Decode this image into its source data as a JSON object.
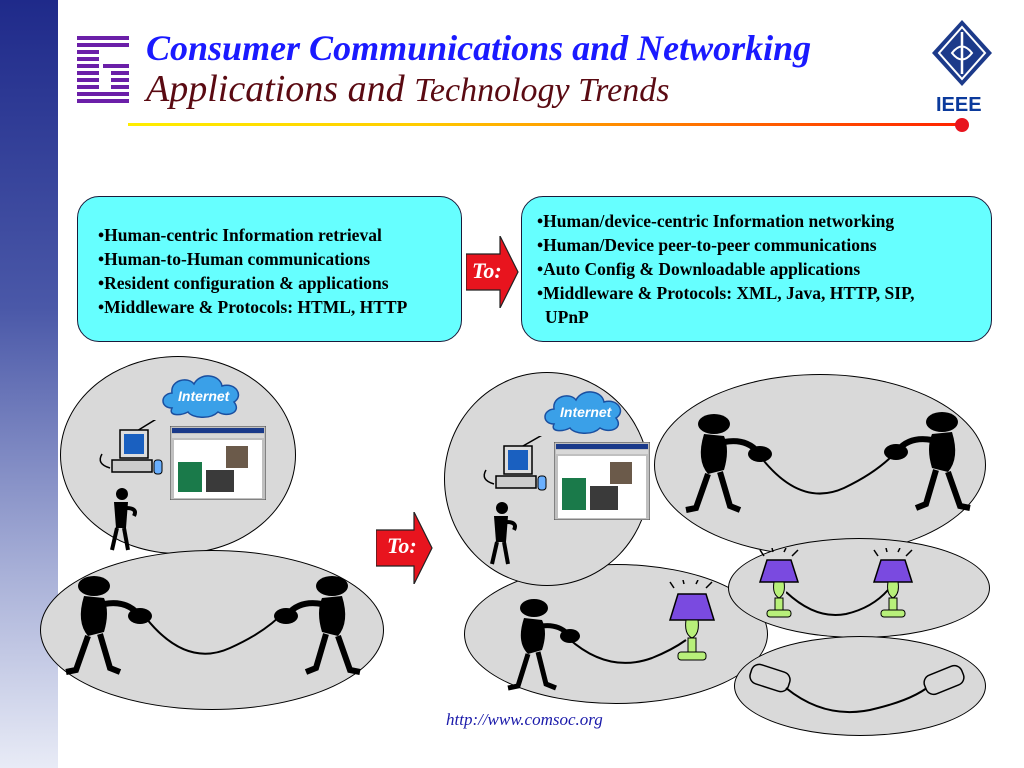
{
  "slide": {
    "title_line1": "Consumer Communications and Networking",
    "title_line2_a": "Applications and ",
    "title_line2_b": "Technology Trends",
    "ieee_label": "IEEE",
    "footer_url": "http://www.comsoc.org"
  },
  "left_box": {
    "items": [
      "Human-centric Information retrieval",
      "Human-to-Human communications",
      "Resident configuration & applications",
      "Middleware & Protocols: HTML, HTTP"
    ]
  },
  "right_box": {
    "items": [
      "Human/device-centric Information networking",
      "Human/Device peer-to-peer communications",
      "Auto Config & Downloadable applications",
      "Middleware & Protocols: XML, Java, HTTP, SIP,"
    ],
    "continuation": "UPnP"
  },
  "arrows": {
    "top_label": "To:",
    "middle_label": "To:"
  },
  "clouds": {
    "left_label": "Internet",
    "right_label": "Internet"
  },
  "colors": {
    "box_fill": "#66ffff",
    "arrow_red": "#e8141e",
    "oval_gray": "#d9d9d9",
    "title_blue": "#1a1aff",
    "title_maroon": "#5a0a12"
  }
}
